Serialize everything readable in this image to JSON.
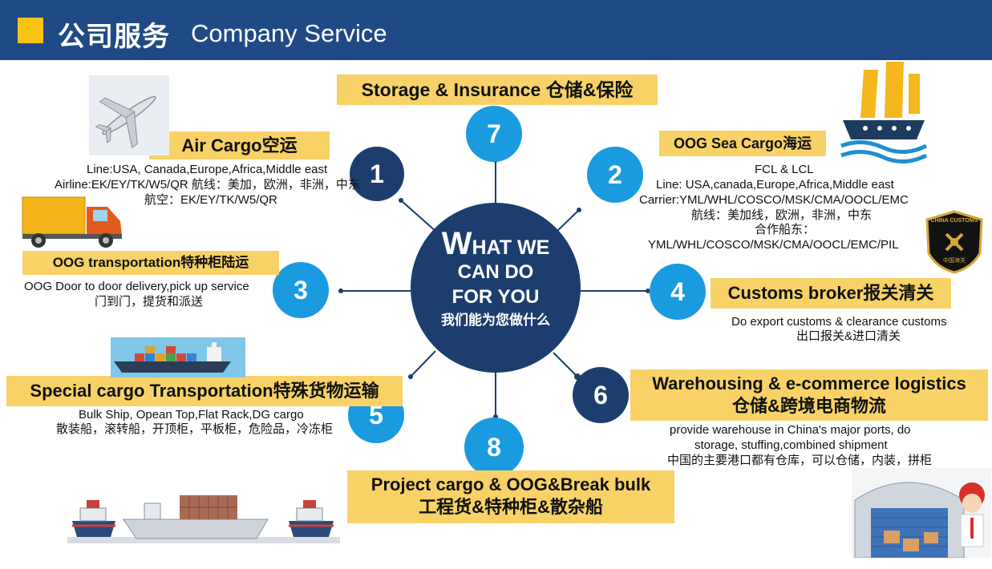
{
  "header": {
    "title_zh": "公司服务",
    "title_en": "Company Service"
  },
  "center": {
    "line1_big": "W",
    "line1_rest": "HAT WE",
    "line2": "CAN DO",
    "line3": "FOR YOU",
    "line_zh": "我们能为您做什么"
  },
  "services": [
    {
      "number": "1",
      "title": "Air Cargo空运",
      "lines": [
        "Line:USA, Canada,Europe,Africa,Middle east",
        "Airline:EK/EY/TK/W5/QR 航线：美加，欧洲，非洲，中东",
        "航空：EK/EY/TK/W5/QR"
      ]
    },
    {
      "number": "2",
      "title": "OOG Sea Cargo海运",
      "lines": [
        "FCL & LCL",
        "Line: USA,canada,Europe,Africa,Middle east",
        "Carrier:YML/WHL/COSCO/MSK/CMA/OOCL/EMC",
        "航线：美加线，欧洲，非洲，中东",
        "合作船东：",
        "YML/WHL/COSCO/MSK/CMA/OOCL/EMC/PIL"
      ]
    },
    {
      "number": "3",
      "title": "OOG transportation特种柜陆运",
      "lines": [
        "OOG Door to door delivery,pick up service",
        "门到门，提货和派送"
      ]
    },
    {
      "number": "4",
      "title": "Customs broker报关清关",
      "lines": [
        "Do export customs & clearance customs",
        "出口报关&进口清关"
      ]
    },
    {
      "number": "5",
      "title": "Special cargo Transportation特殊货物运输",
      "lines": [
        "Bulk Ship, Opean Top,Flat Rack,DG cargo",
        "散装船，滚转船，开顶柜，平板柜，危险品，冷冻柜"
      ]
    },
    {
      "number": "6",
      "title": "Warehousing & e-commerce logistics",
      "title2": "仓储&跨境电商物流",
      "lines": [
        "provide warehouse in China's major ports, do",
        "storage, stuffing,combined shipment",
        "中国的主要港口都有仓库，可以仓储，内装，拼柜"
      ]
    },
    {
      "number": "7",
      "title": "Storage & Insurance 仓储&保险"
    },
    {
      "number": "8",
      "title": "Project cargo & OOG&Break bulk",
      "title2": "工程货&特种柜&散杂船"
    }
  ],
  "badge": {
    "text_en": "CHINA CUSTOMS",
    "text_zh": "中国海关"
  },
  "colors": {
    "header": "#1f4a86",
    "accent_square": "#f7c315",
    "label_bg": "#f8d267",
    "circle_dark": "#1c3e6e",
    "circle_light": "#1a9be0"
  }
}
